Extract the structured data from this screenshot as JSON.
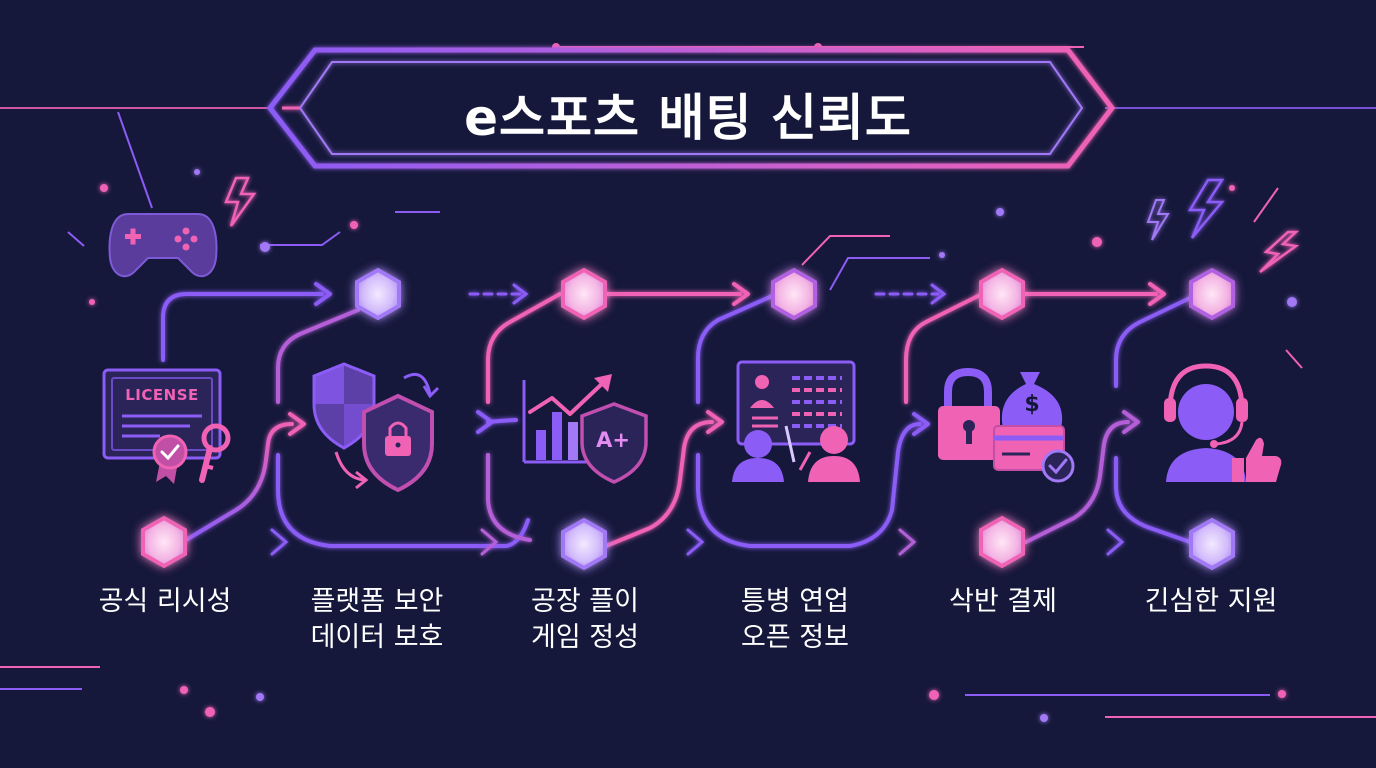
{
  "title": "e스포츠 배팅 신뢰도",
  "steps": [
    {
      "lines": [
        "공식 리시성"
      ],
      "icon": "license-certificate-icon"
    },
    {
      "lines": [
        "플랫폼 보안",
        "데이터 보호"
      ],
      "icon": "security-shield-lock-icon"
    },
    {
      "lines": [
        "공장 플이",
        "게임 정성"
      ],
      "icon": "fair-play-chart-icon"
    },
    {
      "lines": [
        "틍병 연업",
        "오픈 정보"
      ],
      "icon": "transparent-info-icon"
    },
    {
      "lines": [
        "삭반 결제"
      ],
      "icon": "secure-payment-icon"
    },
    {
      "lines": [
        "긴심한 지원"
      ],
      "icon": "customer-support-icon"
    }
  ],
  "icon_text": {
    "license": "LICENSE",
    "grade": "A+",
    "dollar": "$"
  },
  "decor_icons": [
    "gamepad-icon",
    "lightning-icon"
  ],
  "colors": {
    "background": "#15183a",
    "pink": "#f062b4",
    "purple": "#8b5cf6",
    "violet": "#a178f5",
    "title_border": "#a25bf0",
    "text": "#ffffff"
  }
}
